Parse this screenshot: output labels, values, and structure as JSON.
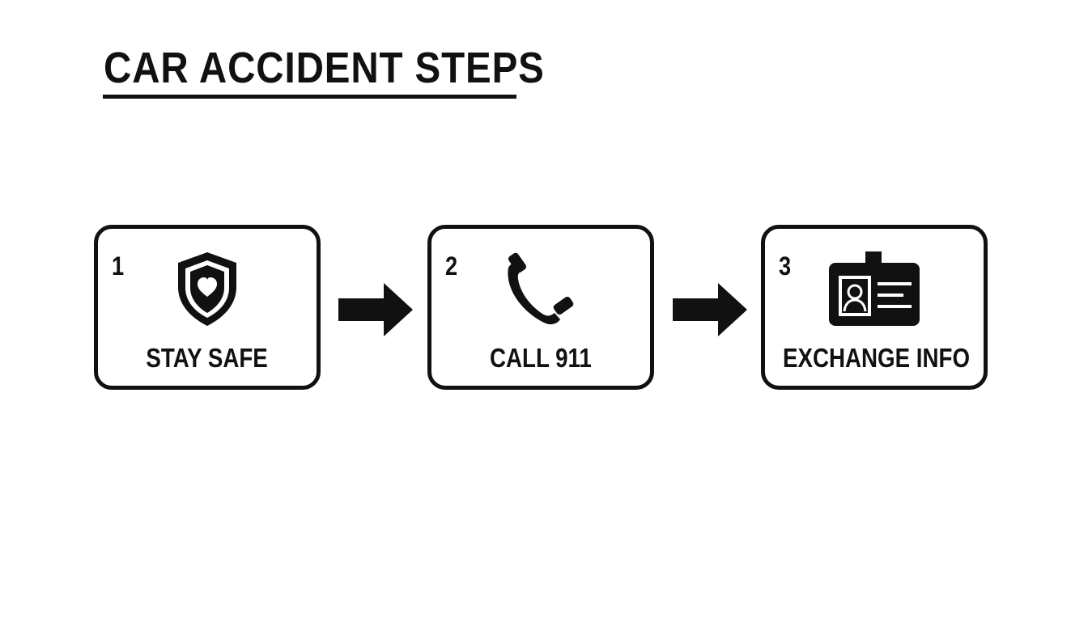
{
  "title": "CAR ACCIDENT STEPS",
  "steps": [
    {
      "number": "1",
      "label": "STAY SAFE",
      "icon": "shield-heart-icon"
    },
    {
      "number": "2",
      "label": "CALL 911",
      "icon": "phone-icon"
    },
    {
      "number": "3",
      "label": "EXCHANGE INFO",
      "icon": "id-card-icon"
    }
  ],
  "connectors": [
    "arrow-right-icon",
    "arrow-right-icon"
  ],
  "colors": {
    "ink": "#111111",
    "background": "#ffffff"
  }
}
